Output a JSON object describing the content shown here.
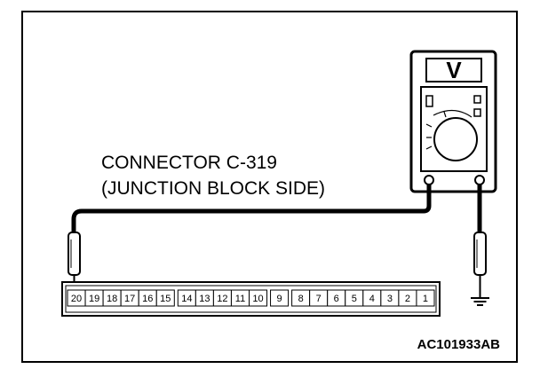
{
  "caption": {
    "line1": "CONNECTOR C-319",
    "line2": "(JUNCTION BLOCK SIDE)"
  },
  "meter": {
    "display": "V",
    "icon": "voltmeter-icon"
  },
  "connector": {
    "pins": [
      "20",
      "19",
      "18",
      "17",
      "16",
      "15",
      "14",
      "13",
      "12",
      "11",
      "10",
      "9",
      "8",
      "7",
      "6",
      "5",
      "4",
      "3",
      "2",
      "1"
    ]
  },
  "ground_icon": "ground-symbol-icon",
  "figure_code": "AC101933AB"
}
